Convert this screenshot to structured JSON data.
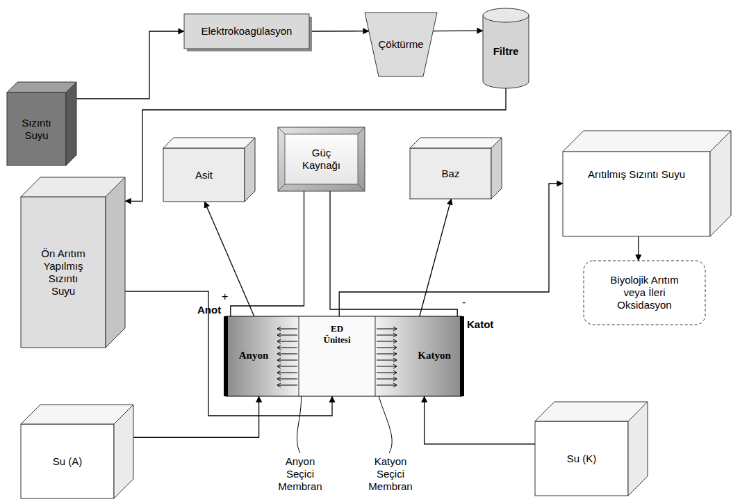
{
  "diagram": {
    "nodes": [
      {
        "text": [
          "Sızıntı Suyu"
        ]
      },
      {
        "text": [
          "Elektrokoagülasyon"
        ]
      },
      {
        "text": [
          "Çöktürme"
        ]
      },
      {
        "text": [
          "Filtre"
        ]
      },
      {
        "text": [
          "Asit"
        ]
      },
      {
        "text": [
          "Güç Kaynağı"
        ]
      },
      {
        "text": [
          "Baz"
        ]
      },
      {
        "text": [
          "Arıtılmış Sızıntı Suyu"
        ]
      },
      {
        "text": [
          "Ön Arıtım Yapılmış Sızıntı Suyu"
        ]
      },
      {
        "text": [
          "Anyon",
          "ED Ünitesi",
          "Katyon"
        ]
      },
      {
        "text": [
          "Biyolojik Arıtım veya İleri Oksidasyon"
        ]
      },
      {
        "text": [
          "Su (A)"
        ]
      },
      {
        "text": [
          "Su (K)"
        ]
      }
    ],
    "edges": [
      {
        "from": 0,
        "to": 1,
        "arrow": "to"
      },
      {
        "from": 1,
        "to": 2,
        "arrow": "to"
      },
      {
        "from": 2,
        "to": 3,
        "arrow": "to"
      },
      {
        "from": 3,
        "to": 8,
        "arrow": "to"
      },
      {
        "from": 8,
        "to": 9,
        "arrow": "to"
      },
      {
        "from": 11,
        "to": 9,
        "arrow": "to"
      },
      {
        "from": 12,
        "to": 9,
        "arrow": "to"
      },
      {
        "from": 9,
        "to": 4,
        "arrow": "to"
      },
      {
        "from": 9,
        "to": 6,
        "arrow": "to"
      },
      {
        "from": 9,
        "to": 7,
        "arrow": "to"
      },
      {
        "from": 7,
        "to": 10,
        "arrow": "to"
      },
      {
        "from": 5,
        "to": 9,
        "arrow": "none",
        "label": "+"
      },
      {
        "from": 5,
        "to": 9,
        "arrow": "none",
        "label": "-"
      }
    ],
    "labels": [
      "Anot",
      "Katot",
      "Anyon Seçici Membran",
      "Katyon Seçici Membran"
    ]
  }
}
